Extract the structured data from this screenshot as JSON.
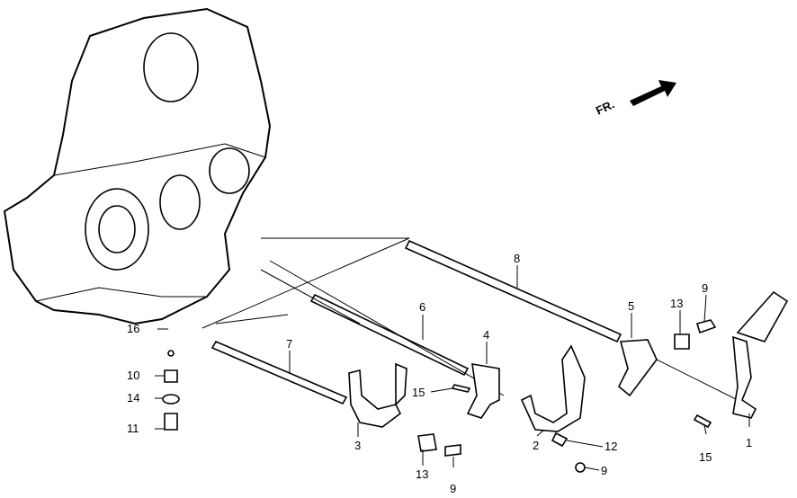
{
  "direction_marker": "FR.",
  "callouts": {
    "c1": "1",
    "c2": "2",
    "c3": "3",
    "c4": "4",
    "c5": "5",
    "c6": "6",
    "c7": "7",
    "c8": "8",
    "c9a": "9",
    "c9b": "9",
    "c9c": "9",
    "c10": "10",
    "c11": "11",
    "c12": "12",
    "c13a": "13",
    "c13b": "13",
    "c14": "14",
    "c15a": "15",
    "c15b": "15",
    "c16": "16"
  }
}
